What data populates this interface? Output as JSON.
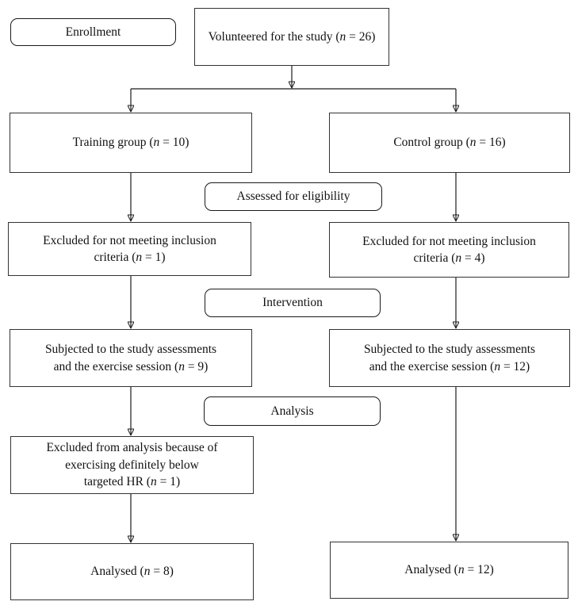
{
  "stage_labels": {
    "enrollment": "Enrollment",
    "assessed": "Assessed for eligibility",
    "intervention": "Intervention",
    "analysis": "Analysis"
  },
  "nodes": {
    "volunteered": {
      "l1": {
        "pre": "Volunteered for the study (",
        "n": "n",
        "post": " = 26)"
      }
    },
    "training_group": {
      "l1": {
        "pre": "Training group (",
        "n": "n",
        "post": " = 10)"
      }
    },
    "control_group": {
      "l1": {
        "pre": "Control group (",
        "n": "n",
        "post": " = 16)"
      }
    },
    "excluded_left": {
      "l1": {
        "pre": "Excluded for not meeting inclusion"
      },
      "l2": {
        "pre": "criteria (",
        "n": "n",
        "post": " = 1)"
      }
    },
    "excluded_right": {
      "l1": {
        "pre": "Excluded for not meeting inclusion"
      },
      "l2": {
        "pre": "criteria (",
        "n": "n",
        "post": " = 4)"
      }
    },
    "subjected_left": {
      "l1": {
        "pre": "Subjected to the study assessments"
      },
      "l2": {
        "pre": "and the exercise session (",
        "n": "n",
        "post": " = 9)"
      }
    },
    "subjected_right": {
      "l1": {
        "pre": "Subjected to the study assessments"
      },
      "l2": {
        "pre": "and the exercise session (",
        "n": "n",
        "post": " = 12)"
      }
    },
    "excluded_analysis": {
      "l1": {
        "pre": "Excluded from analysis because of"
      },
      "l2": {
        "pre": "exercising definitely below"
      },
      "l3": {
        "pre": "targeted HR (",
        "n": "n",
        "post": " = 1)"
      }
    },
    "analysed_left": {
      "l1": {
        "pre": "Analysed (",
        "n": "n",
        "post": " = 8)"
      }
    },
    "analysed_right": {
      "l1": {
        "pre": "Analysed (",
        "n": "n",
        "post": " = 12)"
      }
    }
  },
  "colors": {
    "box_border": "#333333",
    "pill_border": "#1a1a1a",
    "line": "#1a1a1a",
    "background": "#ffffff",
    "text": "#111111"
  }
}
